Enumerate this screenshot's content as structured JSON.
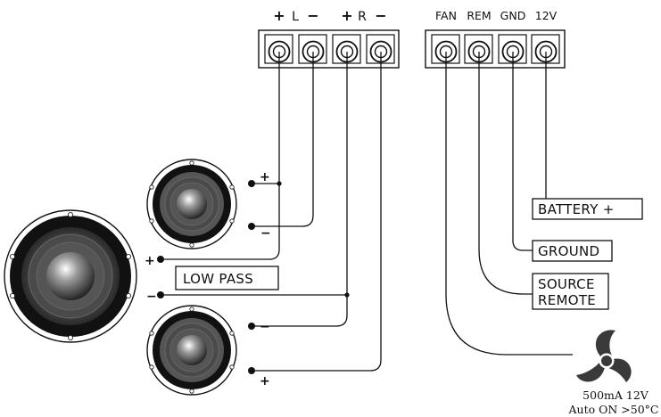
{
  "terminal_block_left": {
    "labels": [
      "+",
      "L",
      "−",
      "+",
      "R",
      "−"
    ]
  },
  "terminal_block_right": {
    "labels": [
      "FAN",
      "REM",
      "GND",
      "12V"
    ]
  },
  "boxes": {
    "battery": "BATTERY +",
    "ground": "GROUND",
    "source_remote_line1": "SOURCE",
    "source_remote_line2": "REMOTE",
    "low_pass": "LOW PASS"
  },
  "speakers": {
    "top_small": {
      "plus": "+",
      "minus": "−"
    },
    "subwoofer": {
      "plus": "+",
      "minus": "−"
    },
    "bottom_small": {
      "minus": "−",
      "plus": "+"
    }
  },
  "fan": {
    "line1": "500mA 12V",
    "line2": "Auto ON >50°C"
  }
}
